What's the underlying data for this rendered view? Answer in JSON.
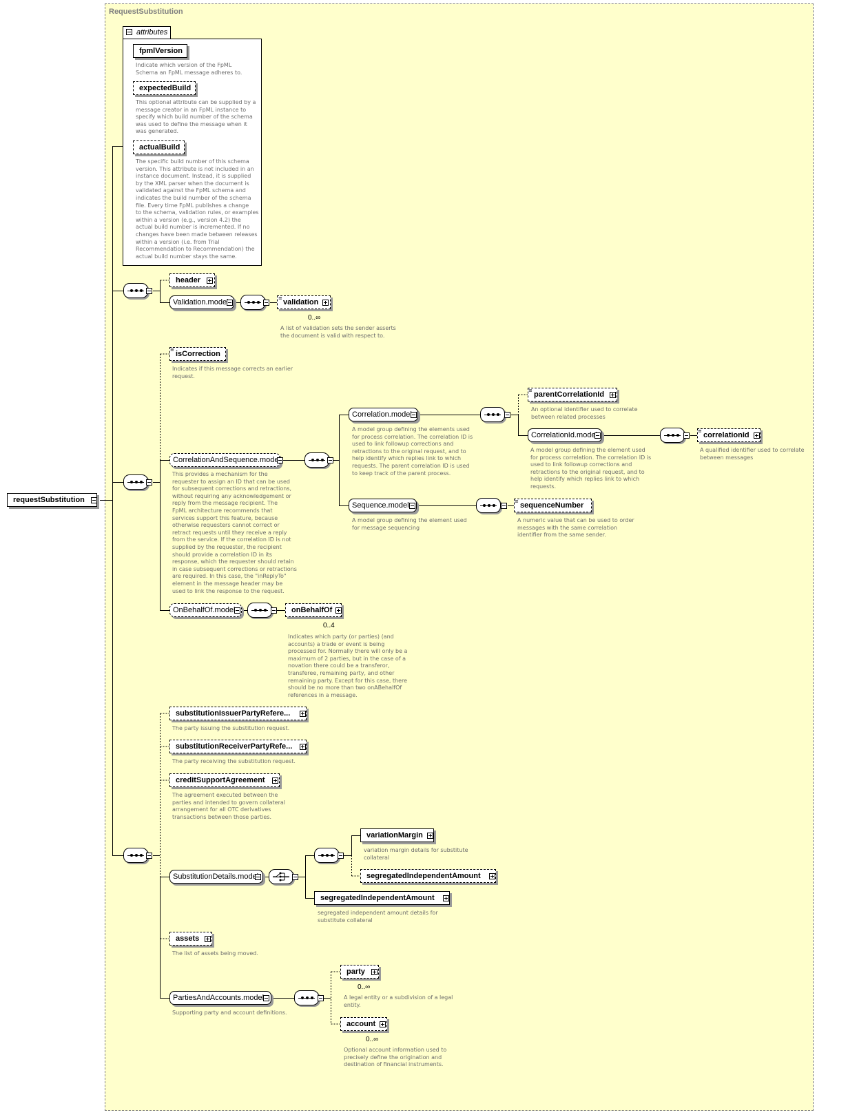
{
  "diagram": {
    "group_title": "RequestSubstitution",
    "root": {
      "name": "requestSubstitution"
    },
    "attributes": {
      "header": "attributes",
      "items": [
        {
          "name": "fpmlVersion",
          "desc": "Indicate which version of the FpML\nSchema an FpML message adheres to."
        },
        {
          "name": "expectedBuild",
          "desc": "This optional attribute can be supplied by a\nmessage creator in an FpML instance to\nspecify which build number of the schema\nwas used to define the message when it\nwas generated."
        },
        {
          "name": "actualBuild",
          "desc": "The specific build number of this schema\nversion. This attribute is not included in an\ninstance document. Instead, it is supplied\nby the XML parser when the document is\nvalidated against the FpML schema and\nindicates the build number of the schema\nfile. Every time FpML publishes a change\nto the schema, validation rules, or examples\nwithin a version (e.g., version 4.2) the\nactual build number is incremented. If no\nchanges have been made between releases\nwithin a version (i.e. from Trial\nRecommendation to Recommendation) the\nactual build number stays the same."
        }
      ]
    },
    "header": {
      "name": "header"
    },
    "validation_model": {
      "name": "Validation.model"
    },
    "validation": {
      "name": "validation",
      "occurs": "0..∞",
      "desc": "A list of validation sets the sender asserts\nthe document is valid with respect to."
    },
    "isCorrection": {
      "name": "isCorrection",
      "desc": "Indicates if this message corrects an earlier\nrequest."
    },
    "correlation_and_sequence": {
      "name": "CorrelationAndSequence.model",
      "desc": "This provides a mechanism for the\nrequester to assign an ID that can be used\nfor subsequent corrections and retractions,\nwithout requiring any acknowledgement or\nreply from the message recipient. The\nFpML architecture recommends that\nservices support this feature, because\notherwise requesters cannot correct or\nretract requests until they receive a reply\nfrom the service. If the correlation ID is not\nsupplied by the requester, the recipient\nshould provide a correlation ID in its\nresponse, which the requester should retain\nin case subsequent corrections or retractions\nare required. In this case, the \"inReplyTo\"\nelement in the message header may be\nused to link the response to the request."
    },
    "correlation_model": {
      "name": "Correlation.model",
      "desc": "A model group defining the elements used\nfor process correlation. The correlation ID is\nused to link followup corrections and\nretractions to the original request, and to\nhelp identify which replies link to which\nrequests. The parent correlation ID is used\nto keep track of the parent process."
    },
    "parentCorrelationId": {
      "name": "parentCorrelationId",
      "desc": "An optional identifier used to correlate\nbetween related processes"
    },
    "correlationId_model": {
      "name": "CorrelationId.model",
      "desc": "A model group defining the element used\nfor process correlation. The correlation ID is\nused to link followup corrections and\nretractions to the original request, and to\nhelp identify which replies link to which\nrequests."
    },
    "correlationId": {
      "name": "correlationId",
      "desc": "A qualified identifier used to correlate\nbetween messages"
    },
    "sequence_model": {
      "name": "Sequence.model",
      "desc": "A model group defining the element used\nfor message sequencing"
    },
    "sequenceNumber": {
      "name": "sequenceNumber",
      "desc": "A numeric value that can be used to order\nmessages with the same correlation\nidentifier from the same sender."
    },
    "onBehalfOf_model": {
      "name": "OnBehalfOf.model"
    },
    "onBehalfOf": {
      "name": "onBehalfOf",
      "occurs": "0..4",
      "desc": "Indicates which party (or parties) (and\naccounts) a trade or event is being\nprocessed for. Normally there will only be a\nmaximum of 2 parties, but in the case of a\nnovation there could be a transferor,\ntransferee, remaining party, and other\nremaining party. Except for this case, there\nshould be no more than two onABehalfOf\nreferences in a message."
    },
    "substitutionIssuer": {
      "name": "substitutionIssuerPartyRefere...",
      "desc": "The party issuing the substitution request."
    },
    "substitutionReceiver": {
      "name": "substitutionReceiverPartyRefe...",
      "desc": "The party receiving the substitution request."
    },
    "creditSupportAgreement": {
      "name": "creditSupportAgreement",
      "desc": "The agreement executed between the\nparties and intended to govern collateral\narrangement for all OTC derivatives\ntransactions between those parties."
    },
    "substitutionDetails_model": {
      "name": "SubstitutionDetails.model"
    },
    "variationMargin": {
      "name": "variationMargin",
      "desc": "variation margin details for substitute\ncollateral"
    },
    "segregated_optional": {
      "name": "segregatedIndependentAmount"
    },
    "segregated": {
      "name": "segregatedIndependentAmount",
      "desc": "segregated independent amount details for\nsubstitute collateral"
    },
    "assets": {
      "name": "assets",
      "desc": "The list of assets being moved."
    },
    "partiesAndAccounts_model": {
      "name": "PartiesAndAccounts.model",
      "desc": "Supporting party and account definitions."
    },
    "party": {
      "name": "party",
      "occurs": "0..∞",
      "desc": "A legal entity or a subdivision of a legal\nentity."
    },
    "account": {
      "name": "account",
      "occurs": "0..∞",
      "desc": "Optional account information used to\nprecisely define the origination and\ndestination of financial instruments."
    }
  }
}
